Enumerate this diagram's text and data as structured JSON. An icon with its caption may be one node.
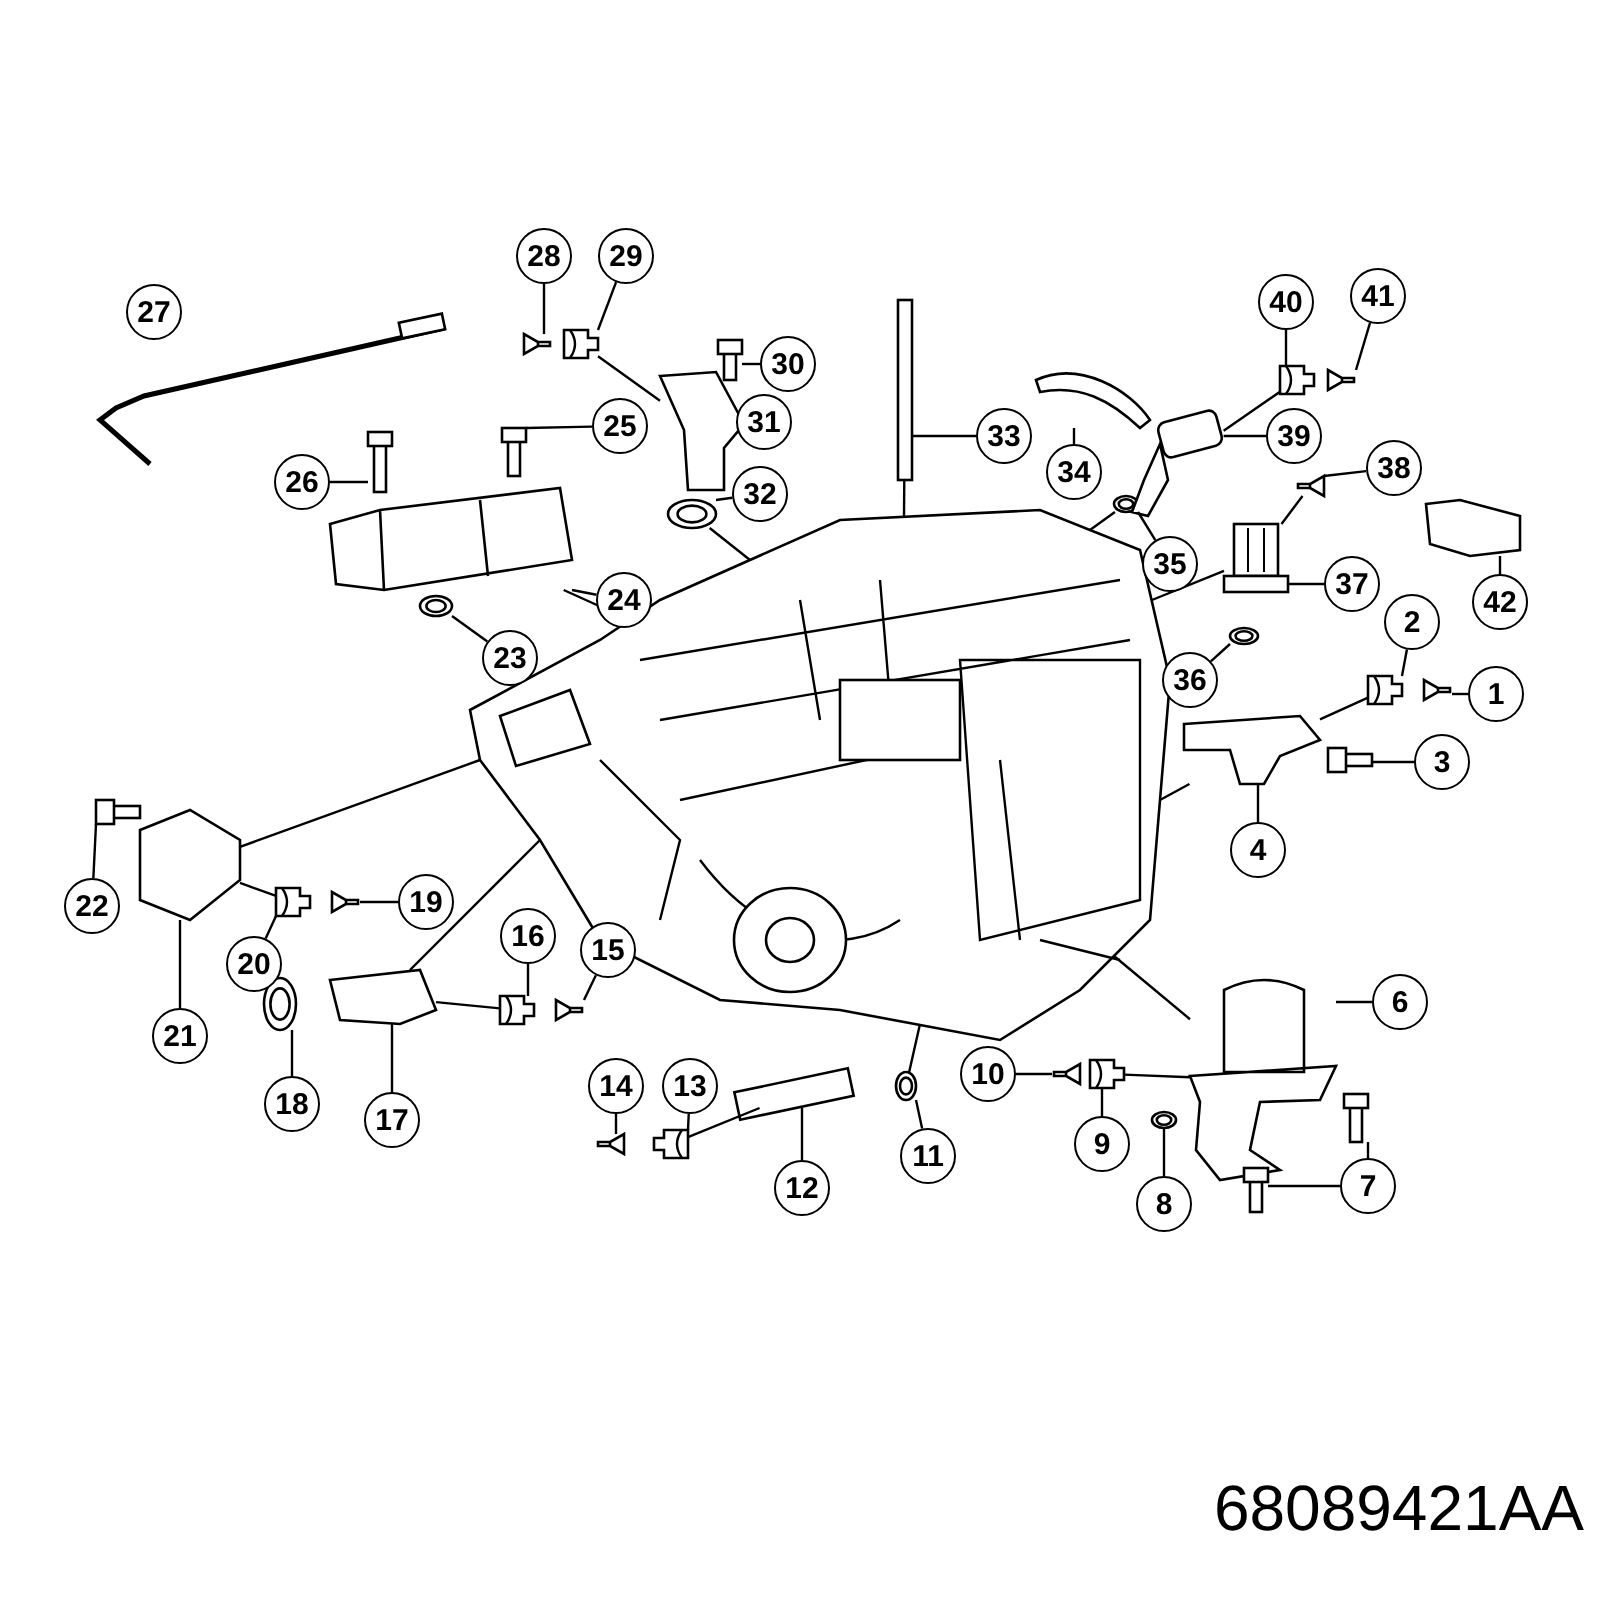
{
  "diagram": {
    "nodes": [
      {
        "text": [
          "1"
        ]
      },
      {
        "text": [
          "2"
        ]
      },
      {
        "text": [
          "3"
        ]
      },
      {
        "text": [
          "4"
        ]
      },
      {
        "text": [
          "6"
        ]
      },
      {
        "text": [
          "7"
        ]
      },
      {
        "text": [
          "8"
        ]
      },
      {
        "text": [
          "9"
        ]
      },
      {
        "text": [
          "10"
        ]
      },
      {
        "text": [
          "11"
        ]
      },
      {
        "text": [
          "12"
        ]
      },
      {
        "text": [
          "13"
        ]
      },
      {
        "text": [
          "14"
        ]
      },
      {
        "text": [
          "15"
        ]
      },
      {
        "text": [
          "16"
        ]
      },
      {
        "text": [
          "17"
        ]
      },
      {
        "text": [
          "18"
        ]
      },
      {
        "text": [
          "19"
        ]
      },
      {
        "text": [
          "20"
        ]
      },
      {
        "text": [
          "21"
        ]
      },
      {
        "text": [
          "22"
        ]
      },
      {
        "text": [
          "23"
        ]
      },
      {
        "text": [
          "24"
        ]
      },
      {
        "text": [
          "25"
        ]
      },
      {
        "text": [
          "26"
        ]
      },
      {
        "text": [
          "27"
        ]
      },
      {
        "text": [
          "28"
        ]
      },
      {
        "text": [
          "29"
        ]
      },
      {
        "text": [
          "30"
        ]
      },
      {
        "text": [
          "31"
        ]
      },
      {
        "text": [
          "32"
        ]
      },
      {
        "text": [
          "33"
        ]
      },
      {
        "text": [
          "34"
        ]
      },
      {
        "text": [
          "35"
        ]
      },
      {
        "text": [
          "36"
        ]
      },
      {
        "text": [
          "37"
        ]
      },
      {
        "text": [
          "38"
        ]
      },
      {
        "text": [
          "39"
        ]
      },
      {
        "text": [
          "40"
        ]
      },
      {
        "text": [
          "41"
        ]
      },
      {
        "text": [
          "42"
        ]
      },
      {
        "text": [],
        "shape": "picture"
      },
      {
        "text": [],
        "shape": "picture"
      },
      {
        "text": [],
        "shape": "picture"
      },
      {
        "text": [],
        "shape": "picture"
      },
      {
        "text": [],
        "shape": "picture"
      },
      {
        "text": [],
        "shape": "picture"
      },
      {
        "text": [],
        "shape": "picture"
      },
      {
        "text": [],
        "shape": "picture"
      },
      {
        "text": [],
        "shape": "picture"
      },
      {
        "text": [],
        "shape": "picture"
      },
      {
        "text": [],
        "shape": "picture"
      },
      {
        "text": [],
        "shape": "picture"
      },
      {
        "text": [],
        "shape": "picture"
      },
      {
        "text": [],
        "shape": "picture"
      },
      {
        "text": [],
        "shape": "picture"
      },
      {
        "text": [],
        "shape": "picture"
      },
      {
        "text": [],
        "shape": "picture"
      },
      {
        "text": [],
        "shape": "picture"
      },
      {
        "text": [],
        "shape": "picture"
      },
      {
        "text": [],
        "shape": "picture"
      },
      {
        "text": [],
        "shape": "picture"
      },
      {
        "text": [],
        "shape": "picture"
      },
      {
        "text": [],
        "shape": "picture"
      },
      {
        "text": [],
        "shape": "picture"
      },
      {
        "text": [],
        "shape": "picture"
      },
      {
        "text": [],
        "shape": "picture"
      },
      {
        "text": [],
        "shape": "picture"
      },
      {
        "text": [],
        "shape": "picture"
      },
      {
        "text": [],
        "shape": "picture"
      },
      {
        "text": [],
        "shape": "picture"
      },
      {
        "text": [],
        "shape": "picture"
      },
      {
        "text": [],
        "shape": "picture"
      },
      {
        "text": [],
        "shape": "picture"
      },
      {
        "text": [],
        "shape": "picture"
      },
      {
        "text": [],
        "shape": "picture"
      },
      {
        "text": [],
        "shape": "picture"
      },
      {
        "text": [],
        "shape": "picture"
      },
      {
        "text": [],
        "shape": "picture"
      },
      {
        "text": [],
        "shape": "picture"
      },
      {
        "text": [],
        "shape": "picture"
      },
      {
        "text": [],
        "shape": "picture"
      },
      {
        "text": [],
        "shape": "picture"
      },
      {
        "text": [],
        "shape": "picture"
      }
    ],
    "edges": [
      {
        "from": 0,
        "to": 41,
        "arrow": "none"
      },
      {
        "from": 1,
        "to": 42,
        "arrow": "none"
      },
      {
        "from": 2,
        "to": 43,
        "arrow": "none"
      },
      {
        "from": 3,
        "to": 44,
        "arrow": "none"
      },
      {
        "from": 4,
        "to": 45,
        "arrow": "none"
      },
      {
        "from": 5,
        "to": 46,
        "arrow": "none"
      },
      {
        "from": 5,
        "to": 47,
        "arrow": "none"
      },
      {
        "from": 6,
        "to": 48,
        "arrow": "none"
      },
      {
        "from": 7,
        "to": 49,
        "arrow": "none"
      },
      {
        "from": 8,
        "to": 50,
        "arrow": "none"
      },
      {
        "from": 9,
        "to": 51,
        "arrow": "none"
      },
      {
        "from": 10,
        "to": 52,
        "arrow": "none"
      },
      {
        "from": 11,
        "to": 53,
        "arrow": "none"
      },
      {
        "from": 12,
        "to": 54,
        "arrow": "none"
      },
      {
        "from": 13,
        "to": 55,
        "arrow": "none"
      },
      {
        "from": 14,
        "to": 56,
        "arrow": "none"
      },
      {
        "from": 15,
        "to": 57,
        "arrow": "none"
      },
      {
        "from": 16,
        "to": 58,
        "arrow": "none"
      },
      {
        "from": 17,
        "to": 59,
        "arrow": "none"
      },
      {
        "from": 18,
        "to": 60,
        "arrow": "none"
      },
      {
        "from": 19,
        "to": 61,
        "arrow": "none"
      },
      {
        "from": 20,
        "to": 62,
        "arrow": "none"
      },
      {
        "from": 21,
        "to": 63,
        "arrow": "none"
      },
      {
        "from": 22,
        "to": 64,
        "arrow": "none"
      },
      {
        "from": 23,
        "to": 65,
        "arrow": "none"
      },
      {
        "from": 24,
        "to": 66,
        "arrow": "none"
      },
      {
        "from": 25,
        "to": 67,
        "arrow": "none"
      },
      {
        "from": 26,
        "to": 68,
        "arrow": "none"
      },
      {
        "from": 27,
        "to": 69,
        "arrow": "none"
      },
      {
        "from": 28,
        "to": 70,
        "arrow": "none"
      },
      {
        "from": 29,
        "to": 71,
        "arrow": "none"
      },
      {
        "from": 30,
        "to": 72,
        "arrow": "none"
      },
      {
        "from": 31,
        "to": 73,
        "arrow": "none"
      },
      {
        "from": 32,
        "to": 74,
        "arrow": "none"
      },
      {
        "from": 33,
        "to": 75,
        "arrow": "none"
      },
      {
        "from": 34,
        "to": 76,
        "arrow": "none"
      },
      {
        "from": 35,
        "to": 77,
        "arrow": "none"
      },
      {
        "from": 36,
        "to": 78,
        "arrow": "none"
      },
      {
        "from": 37,
        "to": 79,
        "arrow": "none"
      },
      {
        "from": 38,
        "to": 80,
        "arrow": "none"
      },
      {
        "from": 39,
        "to": 81,
        "arrow": "none"
      },
      {
        "from": 40,
        "to": 82,
        "arrow": "none"
      },
      {
        "from": 42,
        "to": 44,
        "arrow": "none"
      },
      {
        "from": 44,
        "to": 83,
        "arrow": "none"
      },
      {
        "from": 45,
        "to": 83,
        "arrow": "none"
      },
      {
        "from": 49,
        "to": 45,
        "arrow": "none"
      },
      {
        "from": 51,
        "to": 83,
        "arrow": "none"
      },
      {
        "from": 53,
        "to": 52,
        "arrow": "none"
      },
      {
        "from": 56,
        "to": 57,
        "arrow": "none"
      },
      {
        "from": 57,
        "to": 83,
        "arrow": "none"
      },
      {
        "from": 60,
        "to": 61,
        "arrow": "none"
      },
      {
        "from": 61,
        "to": 83,
        "arrow": "none"
      },
      {
        "from": 64,
        "to": 83,
        "arrow": "none"
      },
      {
        "from": 69,
        "to": 71,
        "arrow": "none"
      },
      {
        "from": 72,
        "to": 83,
        "arrow": "none"
      },
      {
        "from": 73,
        "to": 83,
        "arrow": "none"
      },
      {
        "from": 75,
        "to": 83,
        "arrow": "none"
      },
      {
        "from": 77,
        "to": 83,
        "arrow": "none"
      },
      {
        "from": 80,
        "to": 79,
        "arrow": "none"
      },
      {
        "from": 78,
        "to": 77,
        "arrow": "none"
      }
    ],
    "labels": [
      "68089421AA"
    ]
  }
}
